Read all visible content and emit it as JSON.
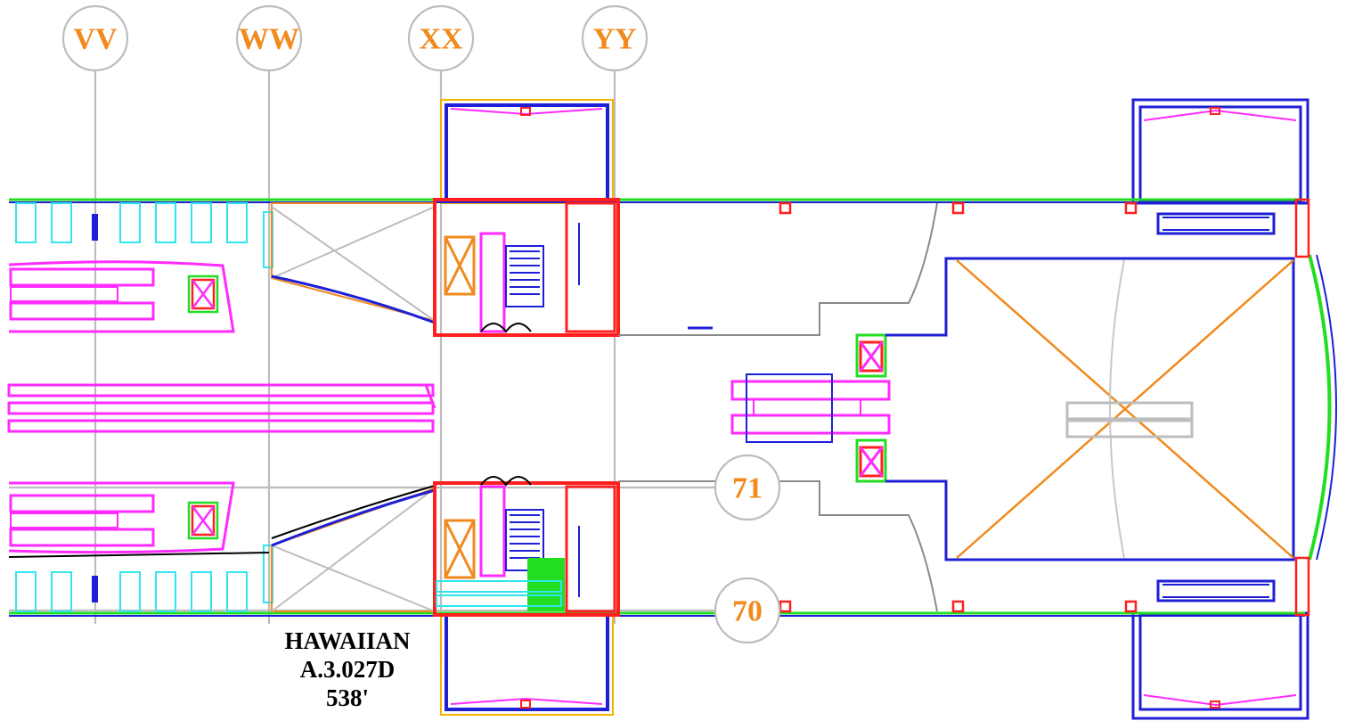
{
  "grid_bubbles": {
    "vv": "VV",
    "ww": "WW",
    "xx": "XX",
    "yy": "YY",
    "g71": "71",
    "g70": "70"
  },
  "gate": {
    "airline": "HAWAIIAN",
    "code": "A.3.027D",
    "distance": "538'"
  },
  "colors": {
    "grid_line": "#bdbdbd",
    "bubble_text": "#f28a1e",
    "wall_blue": "#1f1fd6",
    "wall_red": "#ff1f1f",
    "magenta": "#ff2bff",
    "cyan": "#2fe6ee",
    "green": "#22dd22",
    "orange": "#f08a1e",
    "gray": "#9a9a9a"
  }
}
